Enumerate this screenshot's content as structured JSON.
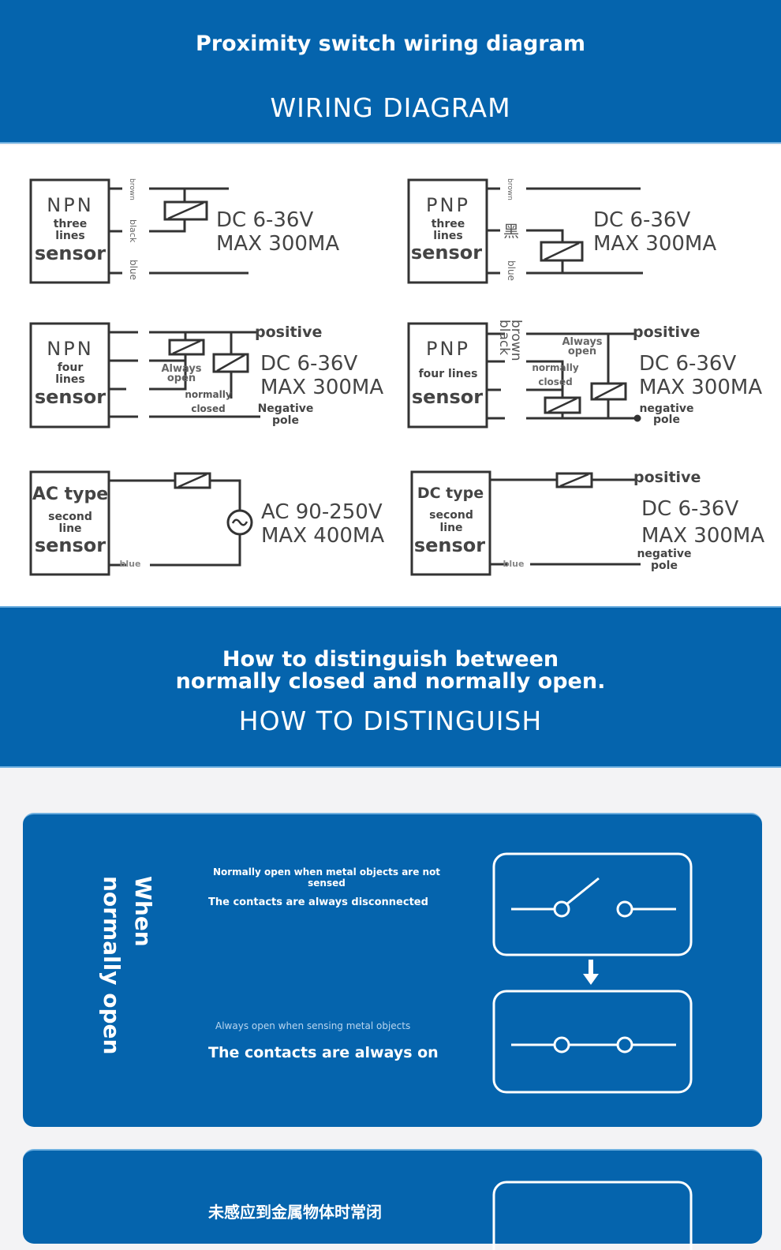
{
  "header": {
    "title": "Proximity switch wiring diagram",
    "subtitle": "WIRING DIAGRAM"
  },
  "diagrams": [
    {
      "id": "npn-three",
      "type": "NPN",
      "line1": "three",
      "line2": "lines",
      "label": "sensor",
      "wires": [
        "brown",
        "black",
        "blue"
      ],
      "spec1": "DC 6-36V",
      "spec2": "MAX 300MA"
    },
    {
      "id": "pnp-three",
      "type": "PNP",
      "line1": "three",
      "line2": "lines",
      "label": "sensor",
      "wires": [
        "brown",
        "黑",
        "blue"
      ],
      "spec1": "DC 6-36V",
      "spec2": "MAX 300MA"
    },
    {
      "id": "npn-four",
      "type": "NPN",
      "line1": "four",
      "line2": "lines",
      "label": "sensor",
      "positive": "positive",
      "negative1": "Negative",
      "negative2": "pole",
      "open1": "Always",
      "open2": "open",
      "closed1": "normally",
      "closed2": "closed",
      "spec1": "DC 6-36V",
      "spec2": "MAX 300MA"
    },
    {
      "id": "pnp-four",
      "type": "PNP",
      "line1": "four lines",
      "label": "sensor",
      "wires": [
        "brown",
        "black"
      ],
      "positive": "positive",
      "negative1": "negative",
      "negative2": "pole",
      "open1": "Always",
      "open2": "open",
      "closed1": "normally",
      "closed2": "closed",
      "spec1": "DC 6-36V",
      "spec2": "MAX 300MA"
    },
    {
      "id": "ac-two",
      "type": "AC type",
      "line1": "second",
      "line2": "line",
      "label": "sensor",
      "wires": [
        "blue"
      ],
      "spec1": "AC 90-250V",
      "spec2": "MAX 400MA"
    },
    {
      "id": "dc-two",
      "type": "DC type",
      "line1": "second",
      "line2": "line",
      "label": "sensor",
      "wires": [
        "blue"
      ],
      "positive": "positive",
      "negative1": "negative",
      "negative2": "pole",
      "spec1": "DC 6-36V",
      "spec2": "MAX 300MA"
    }
  ],
  "section2": {
    "title": "How to distinguish between normally closed and normally open.",
    "subtitle": "HOW TO DISTINGUISH"
  },
  "card1": {
    "vertical_label": "When normally open",
    "state1_caption": "Normally open when metal objects are not sensed",
    "state1_text": "The contacts are always disconnected",
    "state2_caption": "Always open when sensing metal objects",
    "state2_text": "The contacts are always on"
  },
  "card2": {
    "partial_text": "未感应到金属物体时常闭"
  },
  "colors": {
    "brand_blue": "#0564ad",
    "accent_light": "#6fb0e0",
    "diagram_ink": "#333333",
    "background": "#f3f3f5"
  }
}
